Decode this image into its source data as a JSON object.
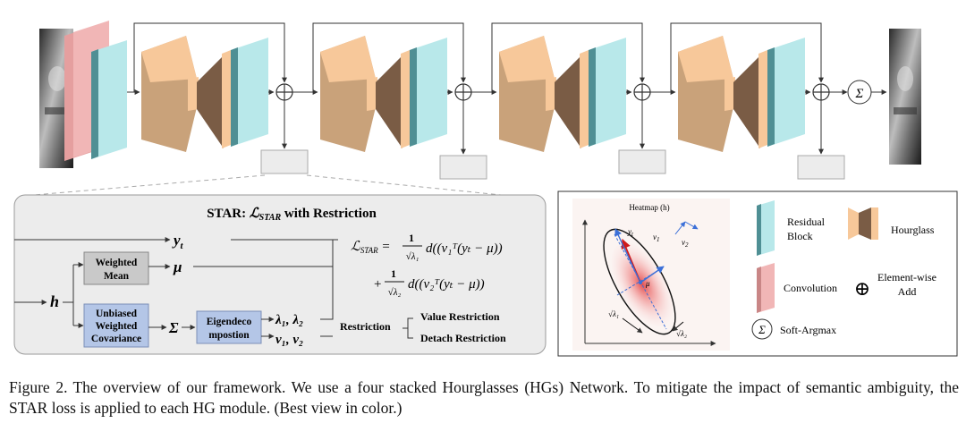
{
  "star_panel": {
    "title_prefix": "STAR: ",
    "title_loss_symbol": "ℒ",
    "title_loss_subscript": "STAR",
    "title_suffix": " with Restriction",
    "input_label": "h",
    "yt_label": "y",
    "yt_sub": "t",
    "mu_label": "μ",
    "sigma_label": "Σ",
    "weighted_mean_box": [
      "Weighted",
      "Mean"
    ],
    "covariance_box": [
      "Unbiased",
      "Weighted",
      "Covariance"
    ],
    "eigen_box": [
      "Eigendeco",
      "mpostion"
    ],
    "lambda_label": "λ₁, λ₂",
    "v_label": "v₁, v₂",
    "loss_lhs": "ℒ",
    "loss_lhs_sub": "STAR",
    "loss_term1": "d((v₁ᵀ(yₜ − μ))",
    "loss_term2": "d((v₂ᵀ(yₜ − μ))",
    "loss_frac1_den": "√λ₁",
    "loss_frac2_den": "√λ₂",
    "restriction_label": "Restriction",
    "restriction_items": [
      "Value Restriction",
      "Detach Restriction"
    ]
  },
  "heatmap_panel": {
    "title": "Heatmap (h)",
    "yt": "y",
    "yt_sub": "t",
    "mu": "μ",
    "v1": "v",
    "v1_sub": "1",
    "v2": "v",
    "v2_sub": "2",
    "lambda1": "√λ₁",
    "lambda2": "√λ₂"
  },
  "legend": {
    "residual": [
      "Residual",
      "Block"
    ],
    "hourglass": "Hourglass",
    "convolution": "Convolution",
    "elementwise": [
      "Element-wise",
      "Add"
    ],
    "softargmax": "Soft-Argmax"
  },
  "symbols": {
    "plus": "⊕",
    "sigma": "Σ"
  },
  "caption": {
    "label": "Figure 2.",
    "text": "The overview of our framework. We use a four stacked Hourglasses (HGs) Network. To mitigate the impact of semantic ambiguity, the STAR loss is applied to each HG module. (Best view in color.)"
  },
  "colors": {
    "residual_face": "#b8e8ea",
    "residual_side": "#4f8f94",
    "conv_face": "#f1b6b6",
    "conv_side": "#c98686",
    "hg_light": "#f7c89a",
    "hg_mid": "#c9a27a",
    "hg_dark": "#7a5c45",
    "panel_bg": "#ececec",
    "box_gray": "#c9c9c9",
    "box_blue": "#b4c6e7"
  }
}
